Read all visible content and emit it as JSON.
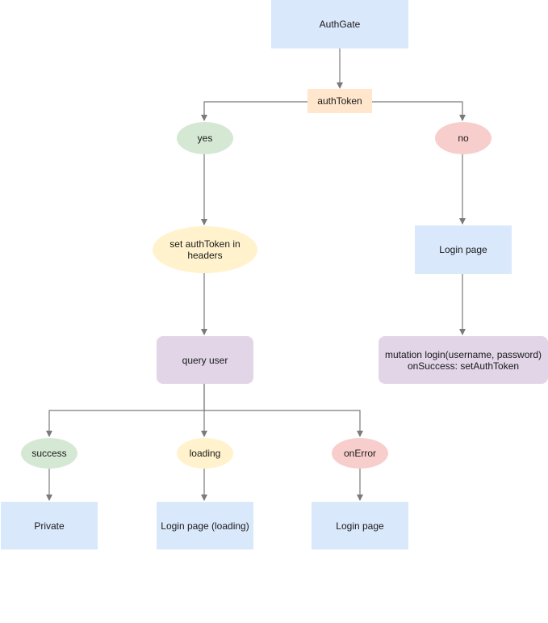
{
  "nodes": {
    "authgate": "AuthGate",
    "authtoken": "authToken",
    "yes": "yes",
    "no": "no",
    "set_headers": "set authToken in\nheaders",
    "login_page_right": "Login page",
    "query_user": "query user",
    "mutation": "mutation login(username, password)\nonSuccess: setAuthToken",
    "success": "success",
    "loading": "loading",
    "on_error": "onError",
    "private": "Private",
    "login_loading": "Login page (loading)",
    "login_page_bottom": "Login page"
  },
  "colors": {
    "blue": "#dae8fc",
    "orange": "#ffe6cc",
    "purple": "#e1d5e7",
    "green": "#d5e8d4",
    "red": "#f8cecc",
    "yellow": "#fff2cc",
    "edge": "#7a7a7a"
  }
}
